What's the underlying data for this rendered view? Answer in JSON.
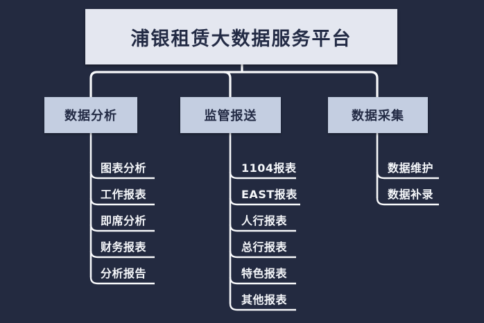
{
  "diagram": {
    "root": {
      "label": "浦银租赁大数据服务平台"
    },
    "branches": [
      {
        "label": "数据分析",
        "children": [
          "图表分析",
          "工作报表",
          "即席分析",
          "财务报表",
          "分析报告"
        ]
      },
      {
        "label": "监管报送",
        "children": [
          "1104报表",
          "EAST报表",
          "人行报表",
          "总行报表",
          "特色报表",
          "其他报表"
        ]
      },
      {
        "label": "数据采集",
        "children": [
          "数据维护",
          "数据补录"
        ]
      }
    ],
    "colors": {
      "background": "#232a40",
      "root_fill": "#e4e7f0",
      "branch_fill": "#c4cee1",
      "line": "#f8f9fb",
      "dark_text": "#232b45",
      "leaf_text": "#f5f7fa"
    }
  }
}
